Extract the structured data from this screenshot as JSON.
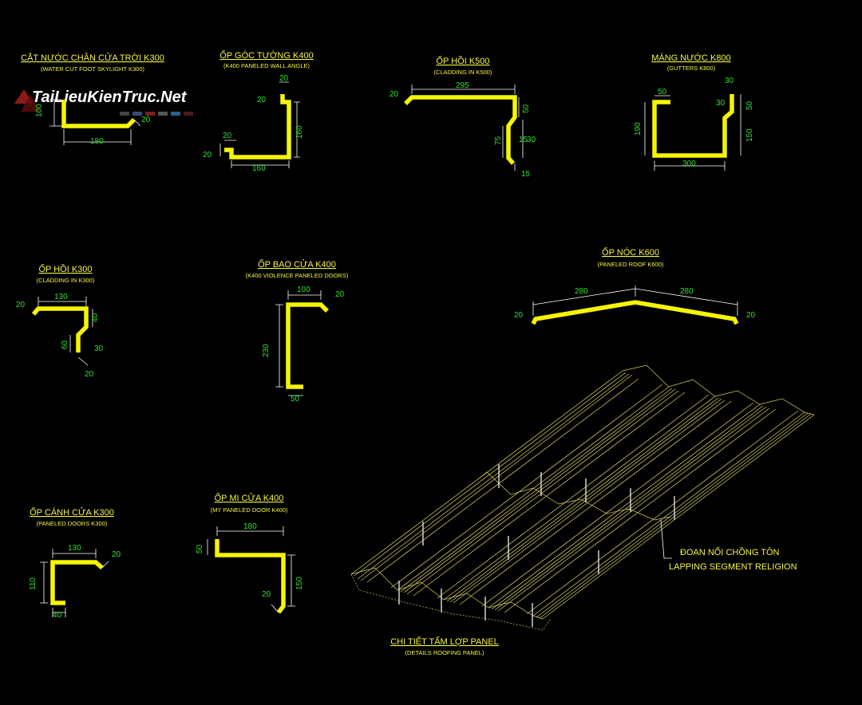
{
  "watermark": {
    "text": "TaiLieuKienTruc.Net"
  },
  "colors": {
    "background": "#000000",
    "profile": "#f5f500",
    "title": "#f5f542",
    "dimension": "#30e030",
    "dim_line": "#ffffff",
    "panel": "#d8cf60"
  },
  "details": {
    "d1": {
      "title": "CẮT NƯỚC CHÂN CỬA TRỜI K300",
      "subtitle": "(WATER CUT FOOT SKYLIGHT K300)",
      "dims": [
        "100",
        "180",
        "20"
      ]
    },
    "d2": {
      "title": "ỐP GÓC TƯỜNG K400",
      "subtitle": "(K400 PANELED WALL ANGLE)",
      "dims": [
        "20",
        "20",
        "20",
        "160",
        "160"
      ]
    },
    "d3": {
      "title": "ỐP HỒI K500",
      "subtitle": "(CLADDING IN K500)",
      "dims": [
        "295",
        "20",
        "50",
        "75",
        "15",
        "30",
        "15"
      ]
    },
    "d4": {
      "title": "MÁNG NƯỚC K800",
      "subtitle": "(GUTTERS K800)",
      "dims": [
        "50",
        "30",
        "30",
        "50",
        "190",
        "150",
        "300"
      ]
    },
    "d5": {
      "title": "ỐP HỒI K300",
      "subtitle": "(CLADDING IN K300)",
      "dims": [
        "130",
        "20",
        "40",
        "60",
        "30",
        "20"
      ]
    },
    "d6": {
      "title": "ỐP BAO CỬA K400",
      "subtitle": "(K400 VIOLENCE PANELED DOORS)",
      "dims": [
        "100",
        "20",
        "230",
        "50"
      ]
    },
    "d7": {
      "title": "ỐP NÓC K600",
      "subtitle": "(PANELED ROOF K600)",
      "dims": [
        "280",
        "280",
        "20",
        "20"
      ]
    },
    "d8": {
      "title": "ỐP CÁNH CỬA K300",
      "subtitle": "(PANELED DOORS K300)",
      "dims": [
        "130",
        "20",
        "110",
        "40"
      ]
    },
    "d9": {
      "title": "ỐP MI CỬA K400",
      "subtitle": "(MY PANELED DOOR K400)",
      "dims": [
        "180",
        "50",
        "150",
        "20"
      ]
    },
    "panel": {
      "title": "CHI TIẾT TẤM LỢP PANEL",
      "subtitle": "(DETAILS ROOFING PANEL)",
      "note_vi": "ĐOẠN NỐI CHỒNG TÔN",
      "note_en": "LAPPING SEGMENT RELIGION"
    }
  }
}
